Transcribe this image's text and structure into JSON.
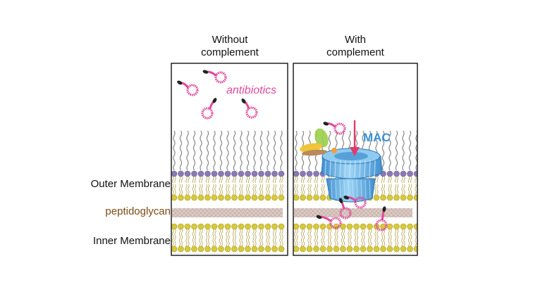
{
  "headings": {
    "left": [
      "Without",
      "complement"
    ],
    "right": [
      "With",
      "complement"
    ]
  },
  "labels": {
    "antibiotics": "antibiotics",
    "mac": "MAC",
    "outer_membrane": "Outer Membrane",
    "peptidoglycan": "peptidoglycan",
    "inner_membrane": "Inner Membrane"
  },
  "colors": {
    "antibiotic": "#e0499b",
    "antibiotic_tip": "#222222",
    "mac": "#5aa9e0",
    "mac_label": "#3a8fd6",
    "arrow": "#e03a6a",
    "lps_chain": "#8a8a8a",
    "outer_head": "#8a7ab3",
    "lipid_head": "#d7c93a",
    "peptidoglycan_label": "#7a4a12",
    "peptidoglycan_layer": "#d9c8c2"
  }
}
